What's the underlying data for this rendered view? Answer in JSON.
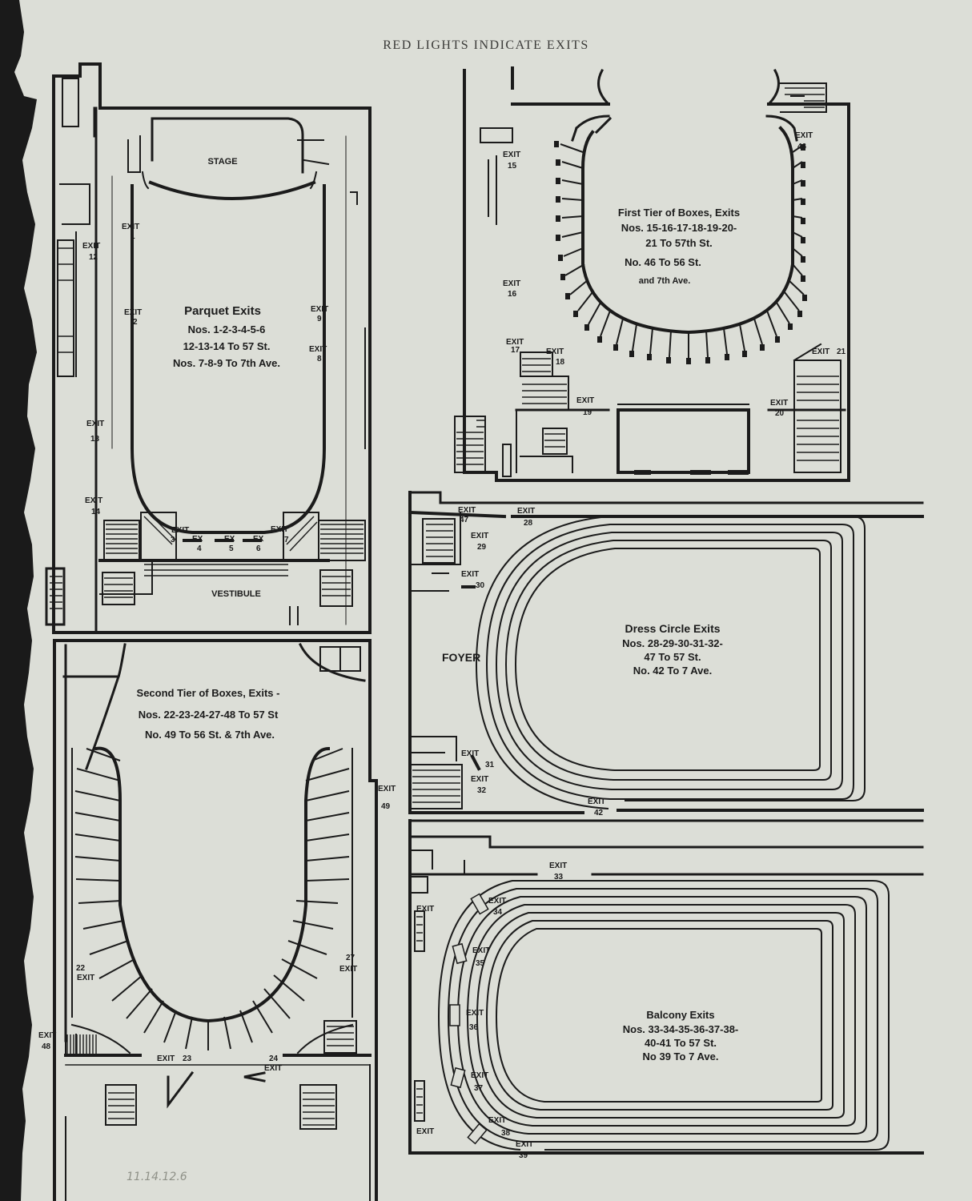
{
  "heading": "RED LIGHTS INDICATE EXITS",
  "pencil_note": "11.14.12.6",
  "colors": {
    "paper": "#dcded7",
    "ink": "#1b1b1b",
    "background": "#1a1a1a"
  },
  "parquet": {
    "stage": "STAGE",
    "vestibule": "VESTIBULE",
    "title": "Parquet Exits",
    "lines": [
      "Nos. 1-2-3-4-5-6",
      "12-13-14 To 57 St.",
      "Nos. 7-8-9 To 7th Ave."
    ],
    "exits": [
      {
        "label": "EXIT",
        "num": "1"
      },
      {
        "label": "EXIT",
        "num": "2"
      },
      {
        "label": "EXIT",
        "num": "3"
      },
      {
        "label": "EX",
        "num": "4"
      },
      {
        "label": "EX",
        "num": "5"
      },
      {
        "label": "EX",
        "num": "6"
      },
      {
        "label": "EXIT",
        "num": "7"
      },
      {
        "label": "EXIT",
        "num": "8"
      },
      {
        "label": "EXIT",
        "num": "9"
      },
      {
        "label": "EXIT",
        "num": "12"
      },
      {
        "label": "EXIT",
        "num": "13"
      },
      {
        "label": "EXIT",
        "num": "14"
      }
    ]
  },
  "first_tier": {
    "title": "First Tier of Boxes, Exits",
    "lines": [
      "Nos. 15-16-17-18-19-20-",
      "21 To 57th St.",
      "No. 46 To 56 St.",
      "and 7th Ave."
    ],
    "exits": [
      {
        "label": "EXIT",
        "num": "15"
      },
      {
        "label": "EXIT",
        "num": "16"
      },
      {
        "label": "EXIT",
        "num": "17"
      },
      {
        "label": "EXIT",
        "num": "18"
      },
      {
        "label": "EXIT",
        "num": "19"
      },
      {
        "label": "EXIT",
        "num": "20"
      },
      {
        "label": "EXIT",
        "num": "21"
      },
      {
        "label": "EXIT",
        "num": "46"
      }
    ]
  },
  "dress_circle": {
    "foyer": "FOYER",
    "title": "Dress Circle Exits",
    "lines": [
      "Nos. 28-29-30-31-32-",
      "47 To 57 St.",
      "No. 42 To 7 Ave."
    ],
    "exits": [
      {
        "label": "EXIT",
        "num": "47"
      },
      {
        "label": "EXIT",
        "num": "28"
      },
      {
        "label": "EXIT",
        "num": "29"
      },
      {
        "label": "EXIT",
        "num": "30"
      },
      {
        "label": "EXIT",
        "num": "31"
      },
      {
        "label": "EXIT",
        "num": "32"
      },
      {
        "label": "EXIT",
        "num": "42"
      }
    ]
  },
  "second_tier": {
    "title": "Second Tier of Boxes, Exits -",
    "lines": [
      "Nos. 22-23-24-27-48 To 57 St",
      "No. 49 To 56 St. & 7th Ave."
    ],
    "exits": [
      {
        "label": "EXIT",
        "num": "22"
      },
      {
        "label": "EXIT",
        "num": "23"
      },
      {
        "label": "EXIT",
        "num": "24"
      },
      {
        "label": "EXIT",
        "num": "27"
      },
      {
        "label": "EXIT",
        "num": "48"
      },
      {
        "label": "EXIT",
        "num": "49"
      }
    ]
  },
  "balcony": {
    "title": "Balcony Exits",
    "lines": [
      "Nos. 33-34-35-36-37-38-",
      "40-41 To 57 St.",
      "No 39 To 7 Ave."
    ],
    "exits": [
      {
        "label": "EXIT",
        "num": "33"
      },
      {
        "label": "EXIT",
        "num": "34"
      },
      {
        "label": "EXIT",
        "num": "35"
      },
      {
        "label": "EXIT",
        "num": "36"
      },
      {
        "label": "EXIT",
        "num": "37"
      },
      {
        "label": "EXIT",
        "num": "38"
      },
      {
        "label": "EXIT",
        "num": "39"
      },
      {
        "label": "EXIT",
        "num": ""
      },
      {
        "label": "EXIT",
        "num": ""
      }
    ]
  }
}
